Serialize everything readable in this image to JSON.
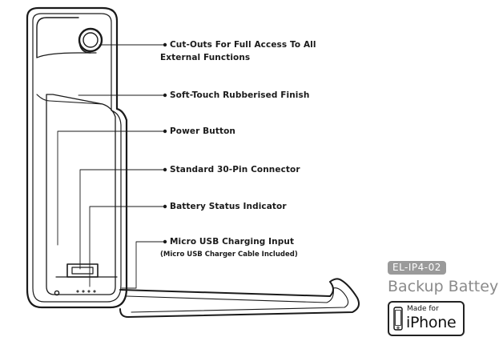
{
  "callouts": [
    {
      "line1": "Cut-Outs For Full Access To All",
      "line2": "External Functions"
    },
    {
      "line1": "Soft-Touch Rubberised Finish"
    },
    {
      "line1": "Power Button"
    },
    {
      "line1": "Standard 30-Pin Connector"
    },
    {
      "line1": "Battery Status Indicator"
    },
    {
      "line1": "Micro USB Charging Input",
      "line2": "(Micro USB Charger Cable Included)"
    }
  ],
  "product": {
    "model": "EL-IP4-02",
    "name": "Backup Battey"
  },
  "badge": {
    "made_for": "Made for",
    "device": "iPhone"
  },
  "icons": {
    "phone_glyph": "iphone-outline-icon"
  }
}
